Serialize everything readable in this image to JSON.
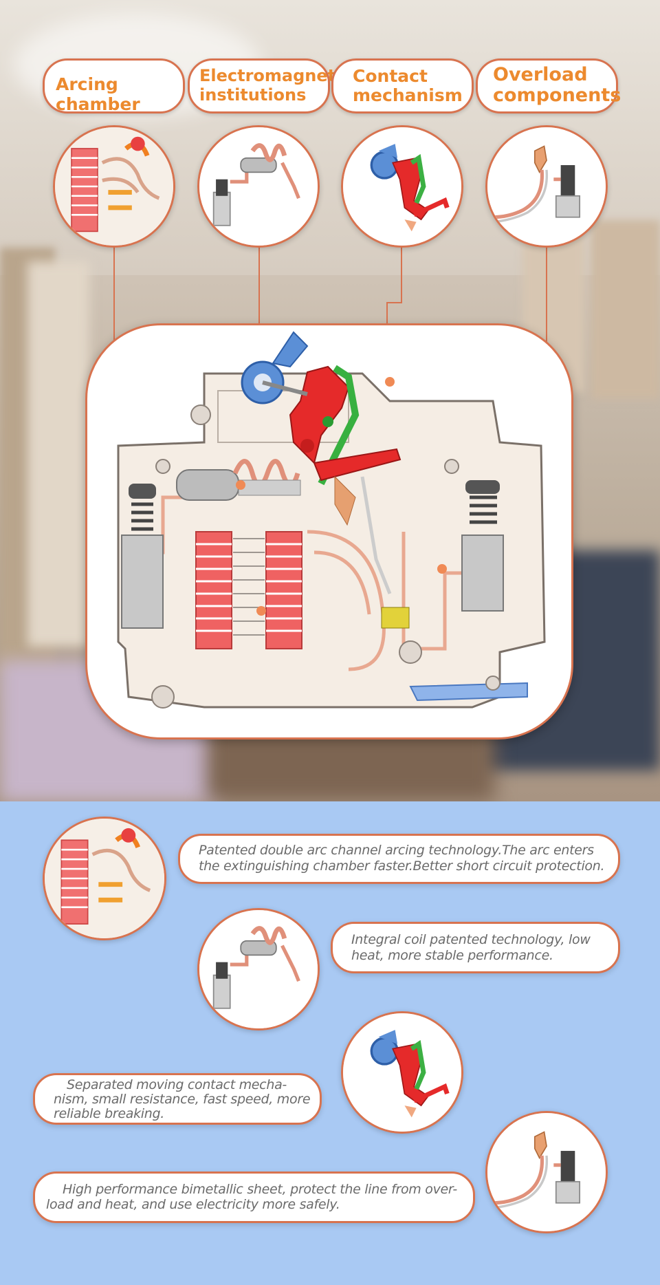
{
  "labels": {
    "arcing": "Arcing chamber",
    "electromagnetic_1": "Electromagnetic",
    "electromagnetic_2": "institutions",
    "contact_1": "Contact",
    "contact_2": "mechanism",
    "overload_1": "Overload",
    "overload_2": "components"
  },
  "features": {
    "arcing_1": "Patented double arc channel arcing technology.The arc enters",
    "arcing_2": "the extinguishing chamber faster.Better short circuit protection.",
    "coil_1": "Integral coil patented technology, low",
    "coil_2": "heat, more stable performance.",
    "contact_1": "Separated moving contact mecha-",
    "contact_2": "nism, small resistance, fast speed, more",
    "contact_3": "reliable breaking.",
    "bimetal_1": "High performance bimetallic sheet, protect the line from over-",
    "bimetal_2": "load and heat, and use electricity more safely."
  },
  "colors": {
    "accent": "#d8734f",
    "label_text": "#ec8a2e",
    "bottom_background": "#a9c9f3",
    "body_text": "#6a6a6a"
  },
  "icons": [
    "arc-chamber-icon",
    "coil-icon",
    "contact-mechanism-icon",
    "overload-icon"
  ]
}
